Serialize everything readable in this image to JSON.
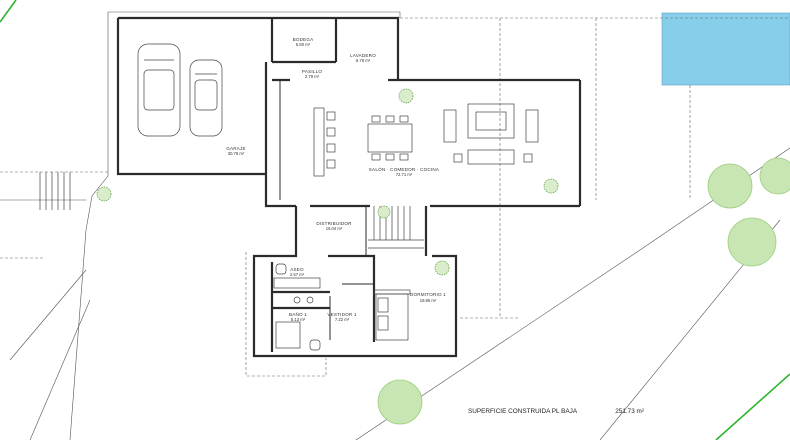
{
  "rooms": {
    "bodega": {
      "name": "BODEGA",
      "area": "5.50 m²"
    },
    "lavadero": {
      "name": "LAVADERO",
      "area": "6.78 m²"
    },
    "pasillo": {
      "name": "PASILLO",
      "area": "2.79 m²"
    },
    "garaje": {
      "name": "GARAJE",
      "area": "30.78 m²"
    },
    "salon": {
      "name": "SALÓN · COMEDOR · COCINA",
      "area": "72.71 m²"
    },
    "distribuidor": {
      "name": "DISTRIBUIDOR",
      "area": "16.04 m²"
    },
    "aseo": {
      "name": "ASEO",
      "area": "2.57 m²"
    },
    "dormitorio": {
      "name": "DORMITORIO 1",
      "area": "18.86 m²"
    },
    "bano": {
      "name": "BAÑO 1",
      "area": "5.13 m²"
    },
    "vestidor": {
      "name": "VESTIDOR 1",
      "area": "7.22 m²"
    }
  },
  "summary": {
    "label": "SUPERFICIE CONSTRUIDA PL BAJA",
    "value": "251.73 m²"
  },
  "colors": {
    "pool": "#87ceeb",
    "tree_fill": "#c8e6b4",
    "tree_stroke": "#9bcf7d",
    "plant_fill": "#d9eccb",
    "plant_stroke": "#5aa040",
    "boundary": "#2db52d"
  }
}
